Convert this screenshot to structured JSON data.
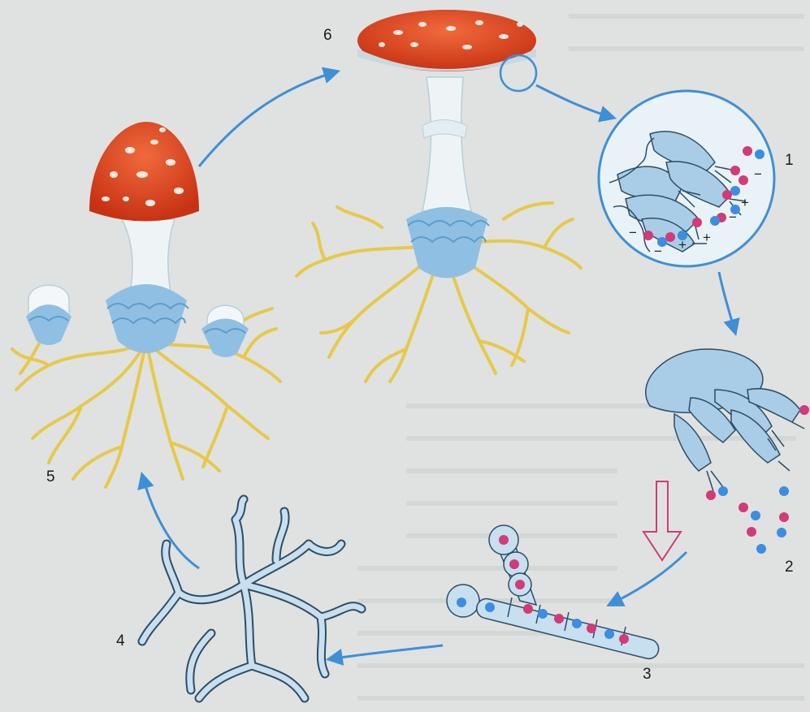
{
  "labels": {
    "stage_1": "1",
    "stage_2": "2",
    "stage_3": "3",
    "stage_4": "4",
    "stage_5": "5",
    "stage_6": "6"
  },
  "signs": {
    "minus": "−",
    "plus": "+"
  },
  "colors": {
    "cap_red": "#e0401f",
    "mycelium_yellow": "#e8c84a",
    "hypha_blue": "#a9cde6",
    "arrow_blue": "#3f8fd6",
    "nucleus_pink": "#d23a78",
    "nucleus_blue": "#3d8de0",
    "stem_white": "#eef4f6"
  }
}
